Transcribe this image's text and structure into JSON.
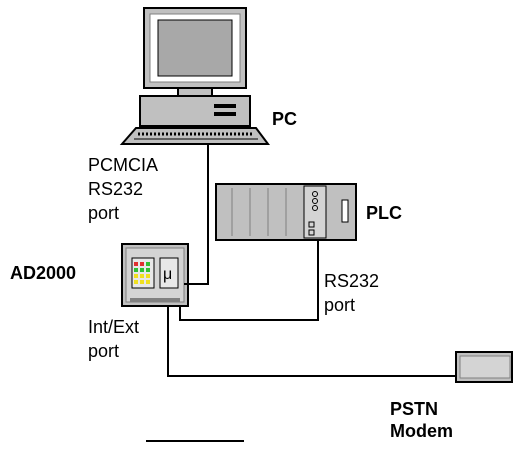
{
  "diagram": {
    "nodes": {
      "pc": {
        "label": "PC"
      },
      "plc": {
        "label": "PLC"
      },
      "ad2000": {
        "label": "AD2000"
      },
      "modem": {
        "label_line1": "PSTN",
        "label_line2": "Modem"
      }
    },
    "ports": {
      "pcmcia": {
        "line1": "PCMCIA",
        "line2": "RS232",
        "line3": "port"
      },
      "rs232": {
        "line1": "RS232",
        "line2": "port"
      },
      "intext": {
        "line1": "Int/Ext",
        "line2": "port"
      }
    },
    "ad2000_icon_glyph": "μ",
    "colors": {
      "line": "#000000",
      "device_face": "#c0c0c0",
      "device_shadow": "#808080",
      "screen": "#a8a8a8",
      "led_red": "#e03030",
      "led_green": "#30c030",
      "led_yellow": "#f0e020"
    }
  }
}
